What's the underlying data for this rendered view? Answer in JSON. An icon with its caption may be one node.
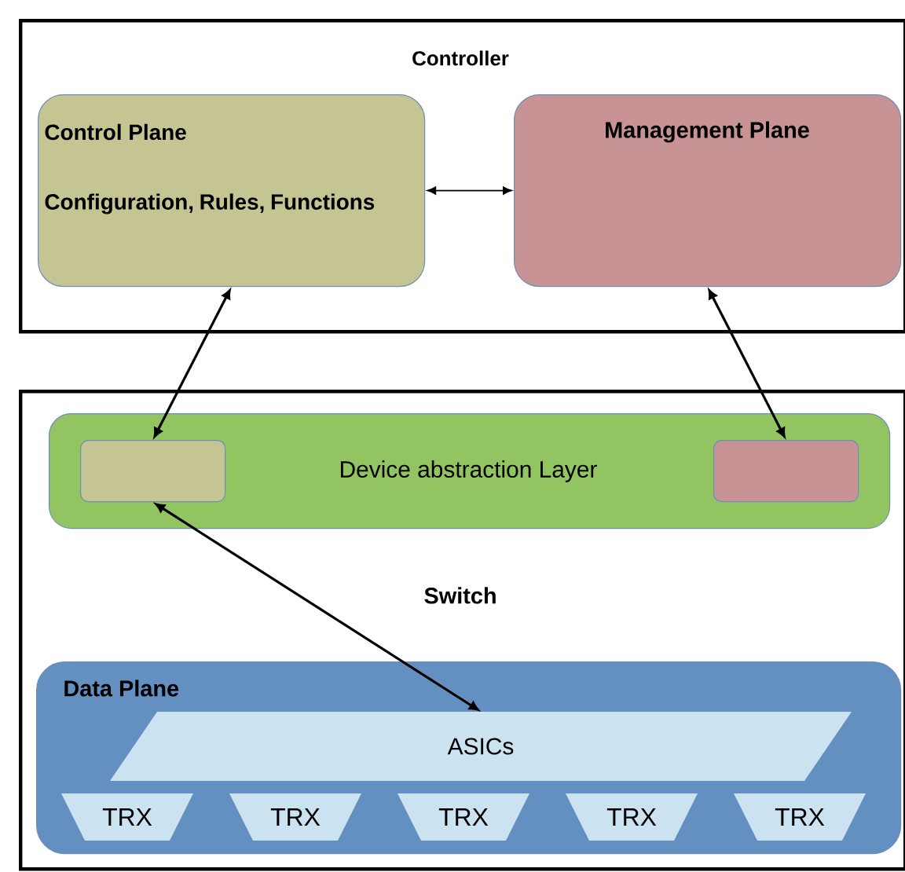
{
  "diagram": {
    "nodes": [
      {
        "text": [
          "Controller"
        ]
      },
      {
        "text": [
          "Control Plane",
          "Configuration, Rules, Functions"
        ],
        "in": 0
      },
      {
        "text": [
          "Management Plane"
        ],
        "in": 0
      },
      {
        "text": [
          "Switch"
        ]
      },
      {
        "text": [
          "Device abstraction Layer"
        ],
        "in": 3
      },
      {
        "text": [],
        "shape": "box",
        "in": 4
      },
      {
        "text": [],
        "shape": "box",
        "in": 4
      },
      {
        "text": [
          "Data Plane"
        ],
        "in": 3
      },
      {
        "text": [
          "ASICs"
        ],
        "in": 7
      },
      {
        "text": [
          "TRX"
        ],
        "in": 7
      },
      {
        "text": [
          "TRX"
        ],
        "in": 7
      },
      {
        "text": [
          "TRX"
        ],
        "in": 7
      },
      {
        "text": [
          "TRX"
        ],
        "in": 7
      },
      {
        "text": [
          "TRX"
        ],
        "in": 7
      }
    ],
    "edges": [
      {
        "from": 1,
        "to": 2,
        "arrow": "both"
      },
      {
        "from": 1,
        "to": 5,
        "arrow": "both"
      },
      {
        "from": 2,
        "to": 6,
        "arrow": "both"
      },
      {
        "from": 5,
        "to": 8,
        "arrow": "both"
      }
    ]
  }
}
